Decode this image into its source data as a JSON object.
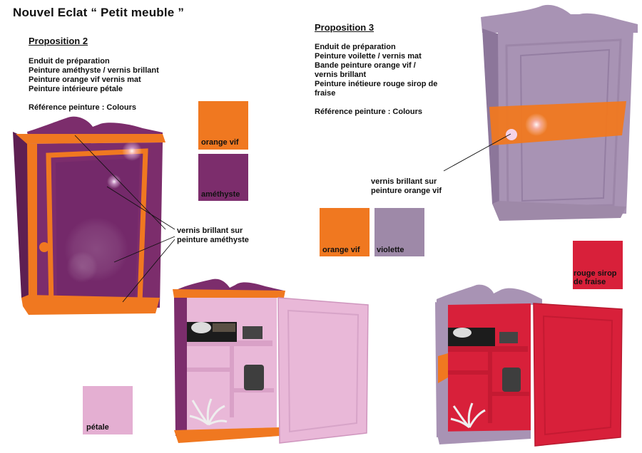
{
  "title": "Nouvel Eclat “ Petit meuble ”",
  "proposition2": {
    "heading": "Proposition 2",
    "lines": [
      "Enduit de préparation",
      "Peinture améthyste / vernis brillant",
      "Peinture orange vif vernis mat",
      "Peinture intérieure pétale",
      "",
      "Référence peinture : Colours"
    ],
    "callout": [
      "vernis brillant sur",
      "peinture améthyste"
    ]
  },
  "proposition3": {
    "heading": "Proposition  3",
    "lines": [
      "Enduit de préparation",
      "Peinture voilette / vernis mat",
      "Bande peinture orange vif /",
      "vernis brillant",
      "Peinture inétieure rouge sirop de",
      "fraise",
      "",
      "Référence peinture : Colours"
    ],
    "callout": [
      "vernis brillant sur",
      "peinture orange vif"
    ]
  },
  "swatches": [
    {
      "id": "orange-vif-1",
      "label": "orange vif",
      "color": "#f07820"
    },
    {
      "id": "amethyste",
      "label": "améthyste",
      "color": "#7c2d6c"
    },
    {
      "id": "petale",
      "label": "pétale",
      "color": "#e4afd2"
    },
    {
      "id": "orange-vif-2",
      "label": "orange vif",
      "color": "#f07820"
    },
    {
      "id": "violette",
      "label": "violette",
      "color": "#9e89a8"
    },
    {
      "id": "rouge-sirop",
      "label": "rouge sirop de fraise",
      "color": "#d8203a"
    }
  ],
  "colors": {
    "amethyst": "#7c2d6c",
    "orange": "#f07820",
    "petal": "#e4afd2",
    "violet": "#a893b4",
    "strawberry": "#d8203a"
  }
}
